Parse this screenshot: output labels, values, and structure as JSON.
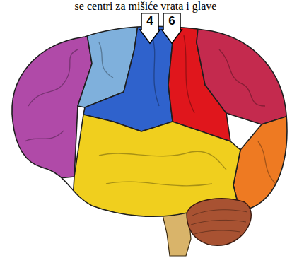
{
  "diagram": {
    "nodes": [
      {
        "text": [
          "4"
        ]
      },
      {
        "text": [
          "6"
        ]
      }
    ],
    "labels": [
      "se centri za mišiće vrata i glave"
    ]
  }
}
